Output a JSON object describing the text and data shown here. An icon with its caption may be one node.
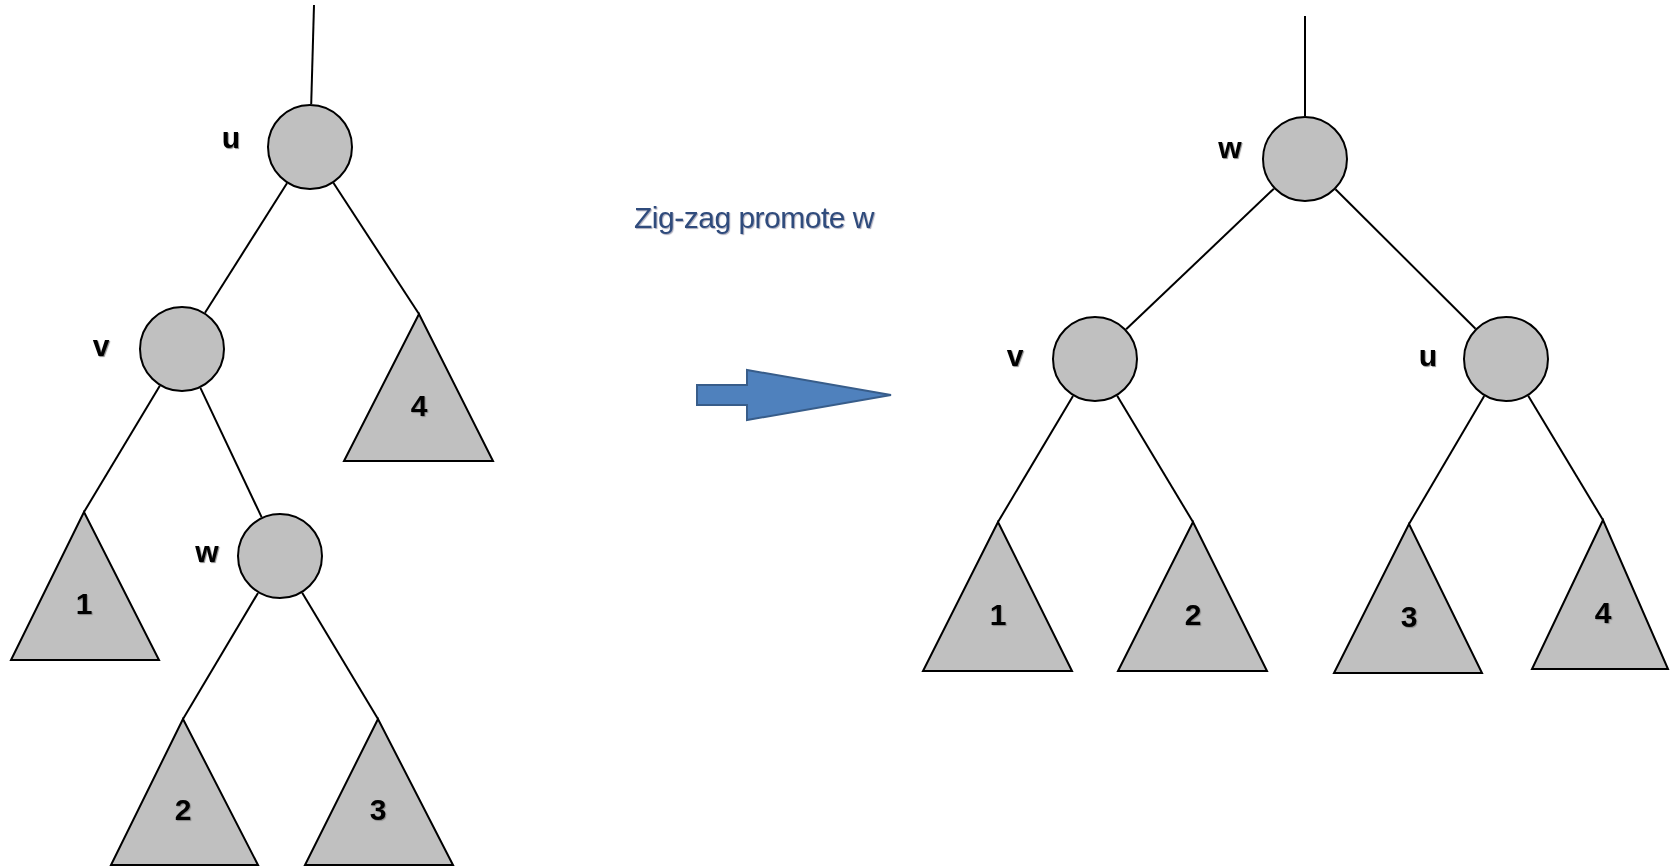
{
  "diagram": {
    "title": "Zig-zag promote w",
    "nodes": [
      {
        "text": [],
        "shape": "circle",
        "beside": [
          "u"
        ]
      },
      {
        "text": [],
        "shape": "circle",
        "beside": [
          "v"
        ]
      },
      {
        "text": [
          "4"
        ]
      },
      {
        "text": [
          "1"
        ]
      },
      {
        "text": [],
        "shape": "circle",
        "beside": [
          "w"
        ]
      },
      {
        "text": [
          "2"
        ]
      },
      {
        "text": [
          "3"
        ]
      },
      {
        "text": [],
        "shape": "circle",
        "beside": [
          "w"
        ]
      },
      {
        "text": [],
        "shape": "circle",
        "beside": [
          "v"
        ]
      },
      {
        "text": [],
        "shape": "circle",
        "beside": [
          "u"
        ]
      },
      {
        "text": [
          "1"
        ]
      },
      {
        "text": [
          "2"
        ]
      },
      {
        "text": [
          "3"
        ]
      },
      {
        "text": [
          "4"
        ]
      }
    ],
    "edges": [
      {
        "from": null,
        "to": 0,
        "arrow": "none"
      },
      {
        "from": 0,
        "to": 1,
        "arrow": "none"
      },
      {
        "from": 0,
        "to": 2,
        "arrow": "none"
      },
      {
        "from": 1,
        "to": 3,
        "arrow": "none"
      },
      {
        "from": 1,
        "to": 4,
        "arrow": "none"
      },
      {
        "from": 4,
        "to": 5,
        "arrow": "none"
      },
      {
        "from": 4,
        "to": 6,
        "arrow": "none"
      },
      {
        "from": null,
        "to": 7,
        "arrow": "none"
      },
      {
        "from": 7,
        "to": 8,
        "arrow": "none"
      },
      {
        "from": 7,
        "to": 9,
        "arrow": "none"
      },
      {
        "from": 8,
        "to": 10,
        "arrow": "none"
      },
      {
        "from": 8,
        "to": 11,
        "arrow": "none"
      },
      {
        "from": 9,
        "to": 12,
        "arrow": "none"
      },
      {
        "from": 9,
        "to": 13,
        "arrow": "none"
      }
    ]
  }
}
